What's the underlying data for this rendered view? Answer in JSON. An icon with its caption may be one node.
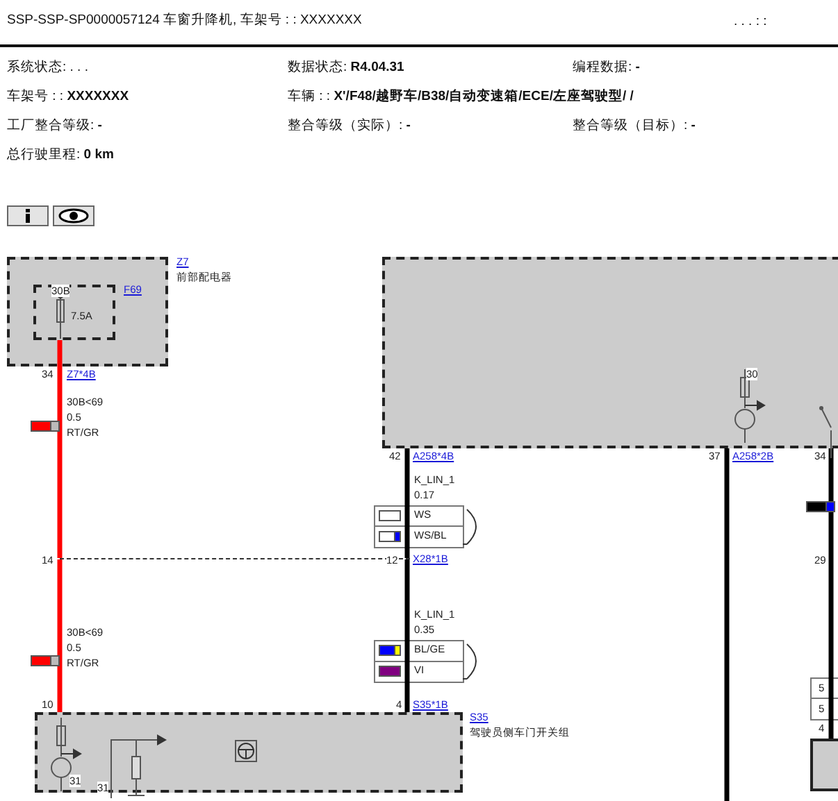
{
  "diagram": {
    "title": "SSP-SSP-SP0000057124 车窗升降机, 车架号 : : XXXXXXX",
    "nodes": [
      {
        "text": [
          "Z7",
          "前部配电器"
        ]
      },
      {
        "text": [
          "F69",
          "7.5A"
        ],
        "in": 0
      },
      {
        "text": [],
        "shape": "box"
      },
      {
        "text": [
          "X28*1B"
        ]
      },
      {
        "text": [
          "S35",
          "驾驶员侧车门开关组"
        ]
      },
      {
        "text": [],
        "shape": "box"
      }
    ],
    "edges": [
      {
        "from": 1,
        "to": 3,
        "arrow": "none",
        "label": "30B<69 0.5 RT/GR",
        "color": "#ff0000"
      },
      {
        "from": 3,
        "to": 4,
        "arrow": "none",
        "label": "30B<69 0.5 RT/GR",
        "color": "#ff0000"
      },
      {
        "from": 2,
        "to": 3,
        "arrow": "none",
        "label": "K_LIN_1 0.17"
      },
      {
        "from": 3,
        "to": 4,
        "arrow": "none",
        "label": "K_LIN_1 0.35"
      },
      {
        "from": 2,
        "to": null,
        "arrow": "none"
      },
      {
        "from": 2,
        "to": 5,
        "arrow": "none"
      }
    ],
    "labels": [
      "系统状态: . . .",
      "数据状态: **R4.04.31**",
      "编程数据: **-**",
      "车架号 : : **XXXXXXX**",
      "车辆 : : **X'/F48/越野车/B38/自动变速箱/ECE/左座驾驶型/ /**",
      "工厂整合等级: **-**",
      "整合等级（实际）: **-**",
      "整合等级（目标）: **-**",
      "总行驶里程: **0 km**",
      ". . . : :",
      "30B",
      "34",
      "Z7*4B",
      "42",
      "A258*4B",
      "37",
      "A258*2B",
      "34",
      "30",
      "WS",
      "WS/BL",
      "14",
      "12",
      "BL/GE",
      "VI",
      "10",
      "4",
      "S35*1B",
      "31",
      "31",
      "29",
      "5",
      "5",
      "4"
    ]
  }
}
